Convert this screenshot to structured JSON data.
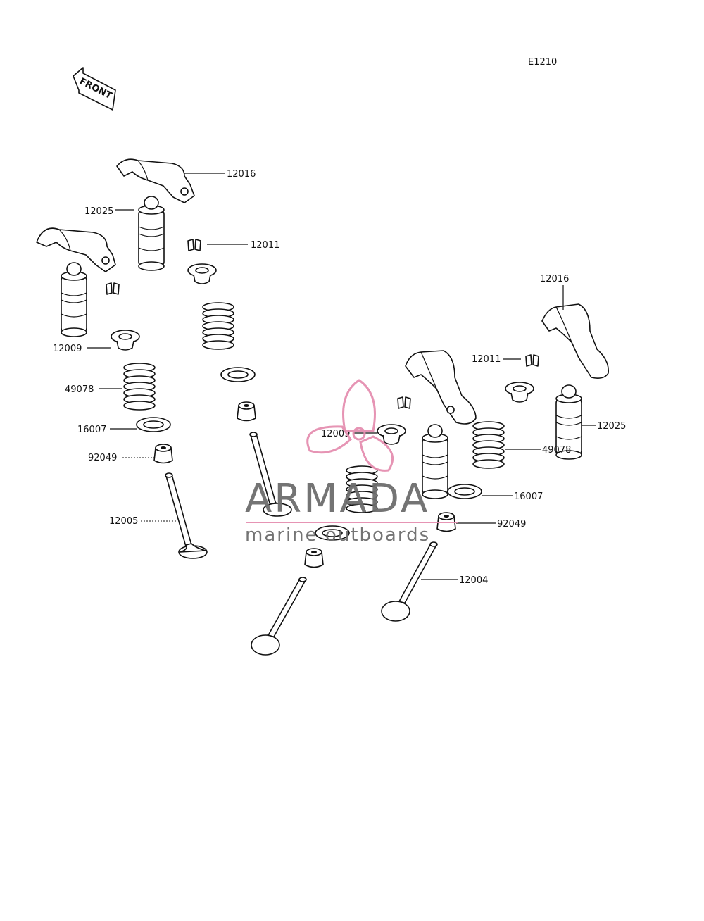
{
  "diagram_code": "E1210",
  "front_label": "FRONT",
  "watermark": {
    "title": "ARMADA",
    "subtitle": "marine outboards",
    "logo_color": "#e58fb0",
    "text_color": "#6d6d6d"
  },
  "callouts": {
    "rocker_left": "12016",
    "lifter_left": "12025",
    "keeper_left": "12011",
    "retainer_left": "12009",
    "spring_left": "49078",
    "seat_left": "16007",
    "seal_left": "92049",
    "valve_left": "12005",
    "rocker_right": "12016",
    "keeper_right": "12011",
    "retainer_right": "12009",
    "lifter_right": "12025",
    "spring_right": "49078",
    "seat_right": "16007",
    "seal_right": "92049",
    "valve_right": "12004"
  }
}
